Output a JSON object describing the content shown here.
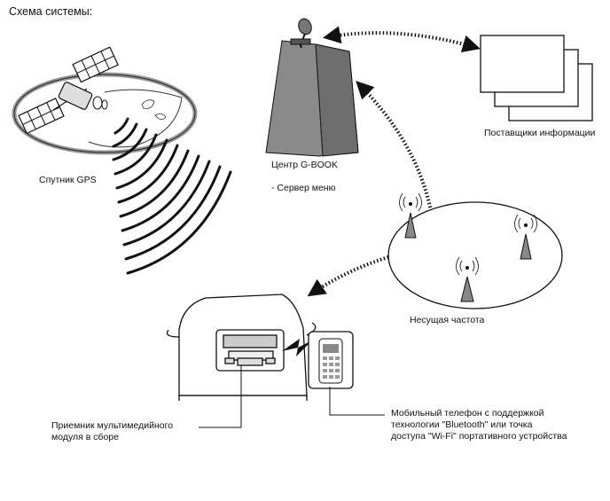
{
  "title": "Схема системы:",
  "labels": {
    "gps": "Спутник GPS",
    "center": "Центр G-BOOK",
    "server": "- Сервер меню",
    "providers": "Поставщики информации",
    "carrier": "Несущая частота",
    "receiver_line1": "Приемник мультимедийного",
    "receiver_line2": "модуля в сборе",
    "phone_line1": "Мобильный телефон с поддержкой",
    "phone_line2": "технологии \"Bluetooth\" или точка",
    "phone_line3": "доступа \"Wi-Fi\" портативного устройства"
  }
}
